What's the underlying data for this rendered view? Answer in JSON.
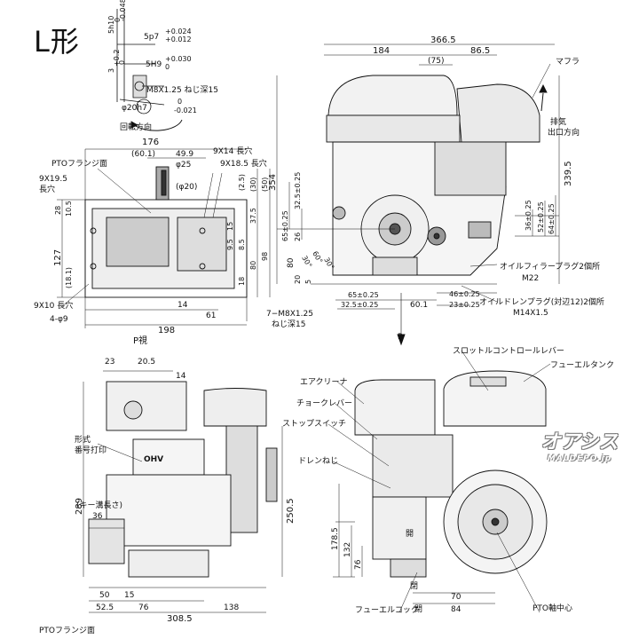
{
  "title": "L形",
  "brand": {
    "jp": "オアシス",
    "en": "MALDEPO.jp"
  },
  "shaft_detail": {
    "key_depth": "5h10",
    "key_depth_tol_top": "0",
    "key_depth_tol_bottom": "-0.048",
    "keyway_p7": "5p7",
    "keyway_p7_tol_top": "+0.024",
    "keyway_p7_tol_bottom": "+0.012",
    "keyway_h9": "5H9",
    "keyway_h9_tol_top": "+0.030",
    "keyway_h9_tol_bottom": "0",
    "offset": "3",
    "offset_tol_top": "+0.2",
    "offset_tol_bottom": "0",
    "thread": "M8X1.25 ねじ深15",
    "shaft_dia": "φ20h7",
    "shaft_dia_tol_top": "0",
    "shaft_dia_tol_bottom": "-0.021",
    "rotation": "回転方向"
  },
  "flange_view": {
    "pto_label": "PTOフランジ面",
    "w176": "176",
    "w60_1": "(60.1)",
    "w49_9": "49.9",
    "phi25": "φ25",
    "hole_9x14": "9X14 長穴",
    "hole_9x18_5": "9X18.5 長穴",
    "hole_9x19_5": "9X19.5",
    "hole_9x19_5_b": "長穴",
    "phi20": "(φ20)",
    "v2_5": "(2.5)",
    "v30": "(30)",
    "v50": "(50)",
    "v37_5": "37.5",
    "v28": "28",
    "v10_5": "10.5",
    "v127": "127",
    "v18_1": "(18.1)",
    "v18": "18",
    "v14": "14",
    "v61": "61",
    "v198": "198",
    "v80": "80",
    "v98": "98",
    "v9_5": "9.5",
    "v8_5": "8.5",
    "v15": "15",
    "hole_9x10": "9X10 長穴",
    "hole_4phi9": "4-φ9",
    "p_view": "P視"
  },
  "front_view": {
    "w366_5": "366.5",
    "w184": "184",
    "w86_5": "86.5",
    "w75": "(75)",
    "muffler": "マフラ",
    "exhaust": "排気",
    "exhaust_dir": "出口方向",
    "h354": "354",
    "h339_5": "339.5",
    "h32_5": "32.5±0.25",
    "h65": "65±0.25",
    "h26": "26",
    "h80": "80",
    "h20": "20",
    "h5": "5",
    "h30": "30°",
    "h60": "60°",
    "h30b": "30°",
    "r36": "36±0.25",
    "r52": "52±0.25",
    "r64": "64±0.25",
    "oil_filler": "オイルフィラープラグ2個所",
    "m22": "M22",
    "oil_drain": "オイルドレンプラグ(対辺12)2個所",
    "m14": "M14X1.5",
    "b65": "65±0.25",
    "b32_5": "32.5±0.25",
    "b60_1": "60.1",
    "b46": "46±0.25",
    "b23": "23±0.25",
    "bolt": "7−M8X1.25",
    "bolt_depth": "ねじ深15",
    "p": "P"
  },
  "side_view": {
    "w23": "23",
    "w20_5": "20.5",
    "w14": "14",
    "model_plate": "形式",
    "model_plate_b": "番号打印",
    "key_len": "(キー溝長さ)",
    "k36": "36",
    "h289": "289",
    "h250_5": "250.5",
    "w50": "50",
    "w15": "15",
    "w52_5": "52.5",
    "w76": "76",
    "w138": "138",
    "w308_5": "308.5",
    "pto_label": "PTOフランジ面",
    "ohv": "OHV"
  },
  "right_view": {
    "throttle": "スロットルコントロールレバー",
    "fuel_tank": "フューエルタンク",
    "air_cleaner": "エアクリーナ",
    "choke": "チョークレバー",
    "stop_switch": "ストップスイッチ",
    "drain": "ドレンねじ",
    "h178_5": "178.5",
    "h132": "132",
    "h76": "76",
    "open": "開",
    "closed": "閉",
    "fuel_cock": "フューエルコック",
    "w70": "70",
    "w84": "84",
    "pto_center": "PTO軸中心",
    "close_bottom": "閉"
  }
}
